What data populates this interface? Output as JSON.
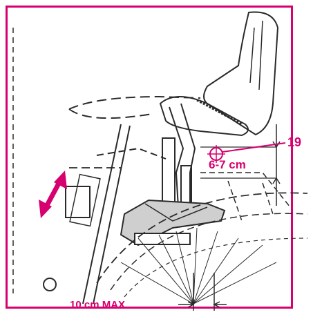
{
  "labels": {
    "ref_number": "19",
    "height_range": "6-7 cm",
    "max_distance": "10 cm MAX"
  },
  "colors": {
    "accent": "#d6006f",
    "line": "#2a2a2a",
    "fill": "#cfcfcf"
  },
  "icons": {
    "reference_marker": "crosshair-icon",
    "adjust_arrow": "double-arrow-icon"
  }
}
